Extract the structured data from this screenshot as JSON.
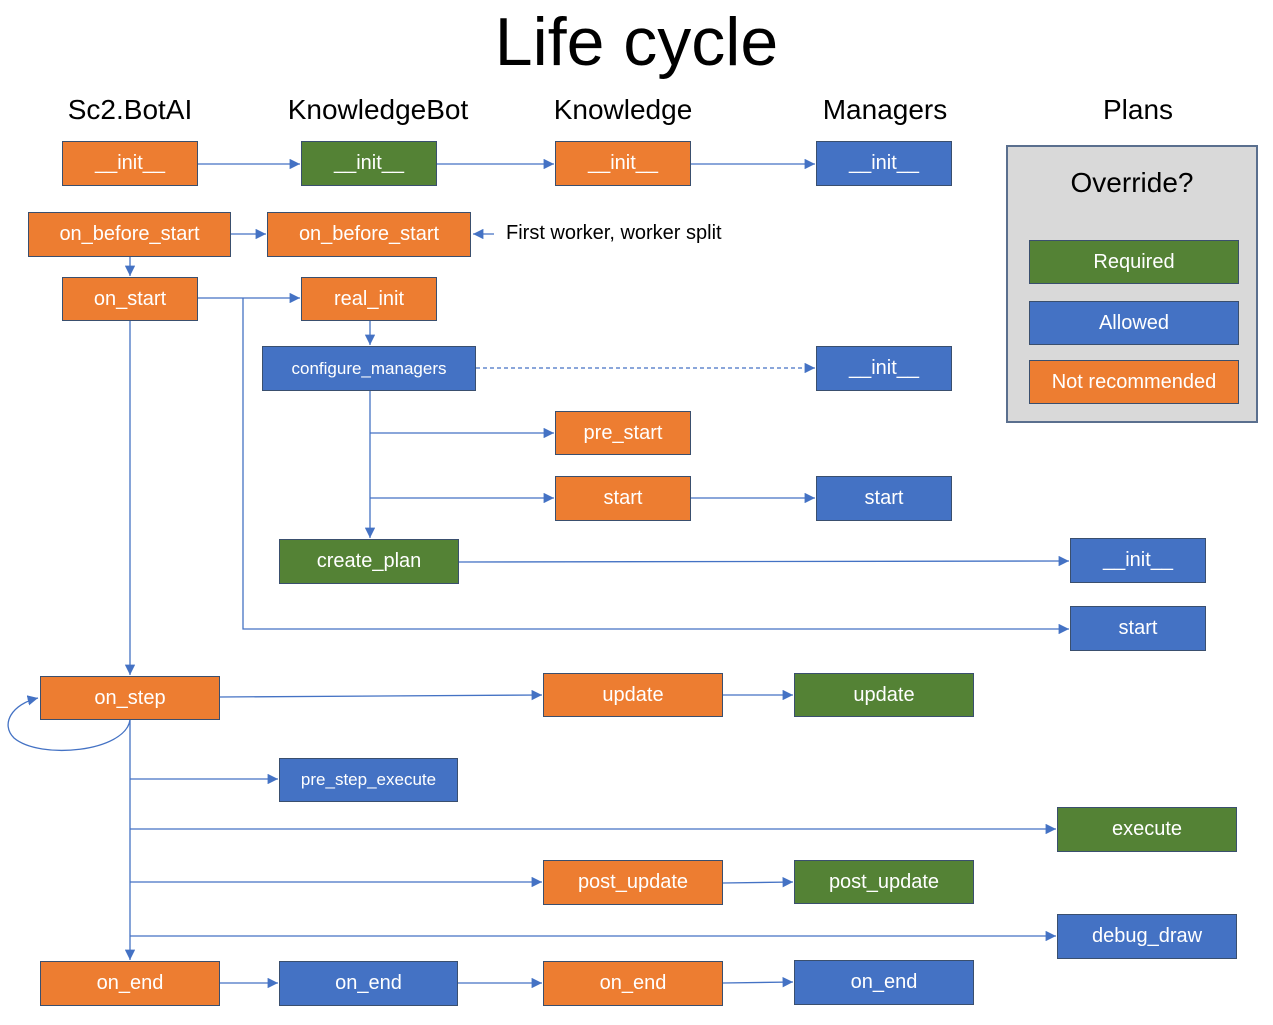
{
  "title": "Life cycle",
  "columns": {
    "c1": "Sc2.BotAI",
    "c2": "KnowledgeBot",
    "c3": "Knowledge",
    "c4": "Managers",
    "c5": "Plans"
  },
  "note": "First worker, worker split",
  "legend": {
    "title": "Override?",
    "required": "Required",
    "allowed": "Allowed",
    "not_recommended": "Not recommended"
  },
  "colors": {
    "required": "#548235",
    "allowed": "#4472c4",
    "not_recommended": "#ed7d31",
    "connector": "#4472c4"
  },
  "nodes": {
    "botai_init": "__init__",
    "botai_on_before_start": "on_before_start",
    "botai_on_start": "on_start",
    "botai_on_step": "on_step",
    "botai_on_end": "on_end",
    "kbot_init": "__init__",
    "kbot_on_before_start": "on_before_start",
    "kbot_real_init": "real_init",
    "kbot_configure_managers": "configure_managers",
    "kbot_create_plan": "create_plan",
    "kbot_pre_step_execute": "pre_step_execute",
    "kbot_on_end": "on_end",
    "know_init": "__init__",
    "know_pre_start": "pre_start",
    "know_start": "start",
    "know_update": "update",
    "know_post_update": "post_update",
    "know_on_end": "on_end",
    "mgr_init_1": "__init__",
    "mgr_init_2": "__init__",
    "mgr_start": "start",
    "mgr_update": "update",
    "mgr_post_update": "post_update",
    "mgr_on_end": "on_end",
    "plan_init": "__init__",
    "plan_start": "start",
    "plan_execute": "execute",
    "plan_debug_draw": "debug_draw"
  }
}
